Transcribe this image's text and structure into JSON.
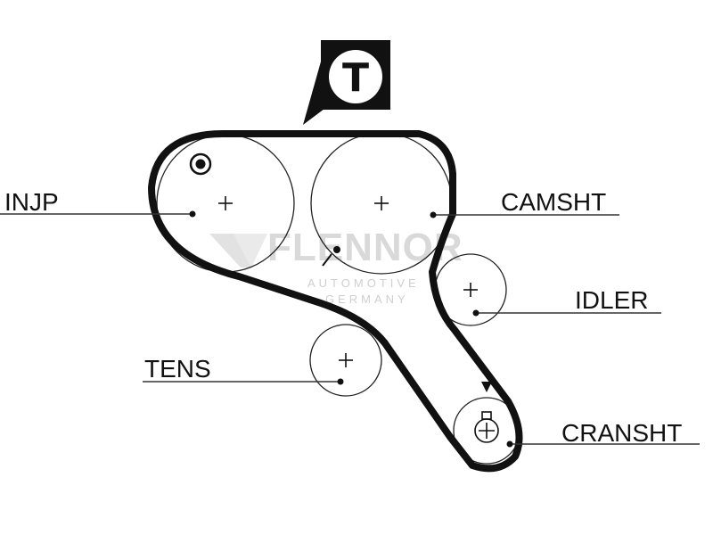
{
  "labels": {
    "injp": "INJP",
    "camsht": "CAMSHT",
    "idler": "IDLER",
    "tens": "TENS",
    "cransht": "CRANSHT"
  },
  "timing_mark": "T",
  "watermark": {
    "brand": "FLENNOR",
    "line1": "AUTOMOTIVE",
    "line2": "GERMANY"
  },
  "colors": {
    "ink": "#111111",
    "watermark": "#d9d9d9"
  }
}
